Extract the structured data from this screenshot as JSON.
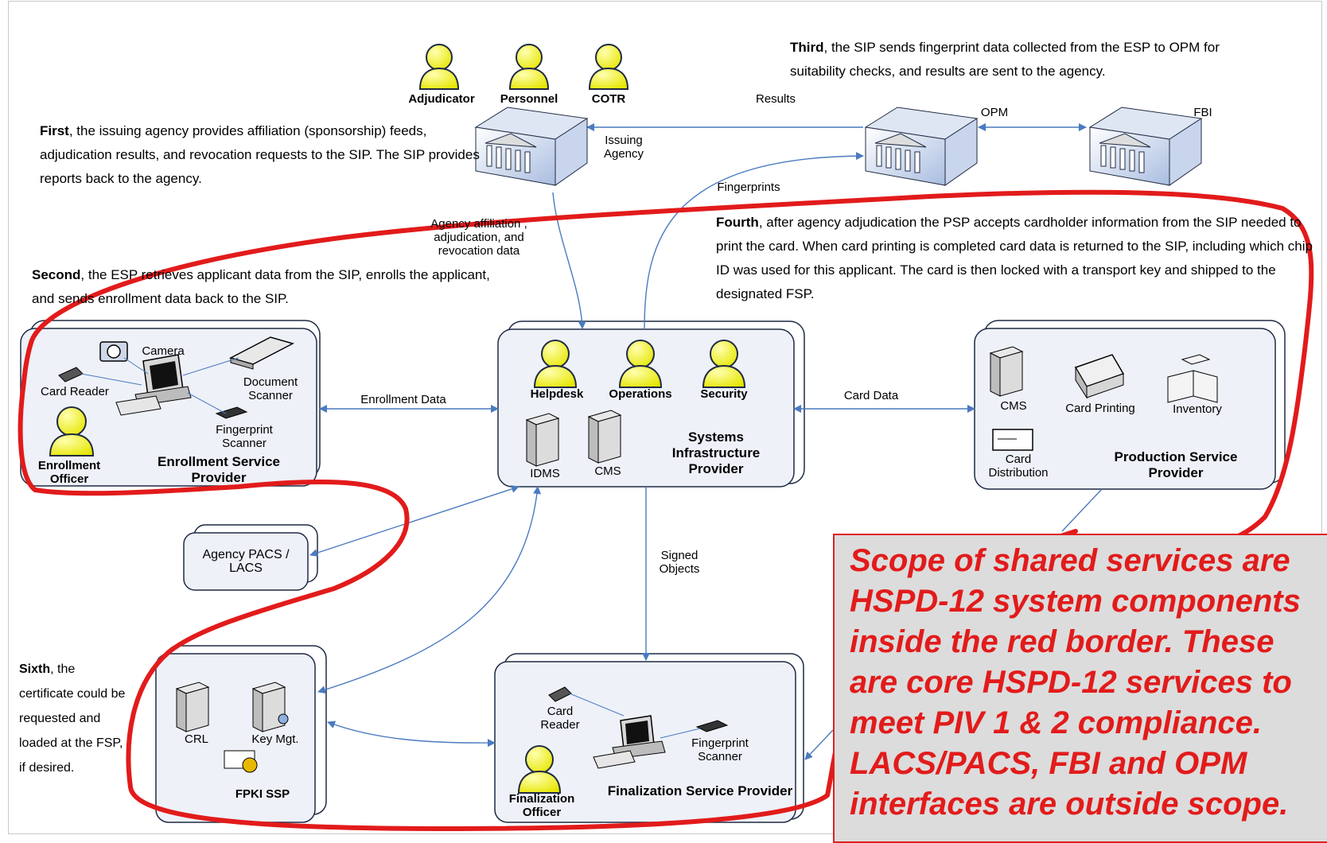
{
  "texts": {
    "first": {
      "lead": "First",
      "rest": ", the issuing agency provides affiliation (sponsorship) feeds, adjudication results, and revocation requests to the SIP.   The SIP provides reports back to the agency."
    },
    "second": {
      "lead": "Second",
      "rest": ", the ESP retrieves applicant data from the SIP, enrolls the applicant, and sends enrollment data back to the SIP."
    },
    "third": {
      "lead": "Third",
      "rest": ", the SIP sends fingerprint data collected from the ESP to OPM for suitability checks, and results are sent to the agency."
    },
    "fourth": {
      "lead": "Fourth",
      "rest": ", after agency adjudication the PSP accepts cardholder information from the SIP needed to print the card.  When card printing is completed card data is returned to the SIP, including which chip ID was used for this applicant.  The card is then locked with a transport key and shipped to the designated FSP."
    },
    "sixth": {
      "lead": "Sixth",
      "rest": ", the certificate could be requested and loaded at the FSP,  if desired."
    }
  },
  "people": {
    "adjudicator": "Adjudicator",
    "personnel": "Personnel",
    "cotr": "COTR",
    "helpdesk": "Helpdesk",
    "operations": "Operations",
    "security": "Security",
    "enrollment_officer": "Enrollment Officer",
    "finalization_officer": "Finalization Officer"
  },
  "nodes": {
    "issuing_agency": "Issuing Agency",
    "opm": "OPM",
    "fbi": "FBI",
    "agency_pacs": "Agency PACS / LACS"
  },
  "providers": {
    "esp": "Enrollment Service Provider",
    "sip": "Systems Infrastructure Provider",
    "psp": "Production Service Provider",
    "fsp": "Finalization Service Provider",
    "fpki": "FPKI SSP"
  },
  "devices": {
    "camera": "Camera",
    "card_reader": "Card Reader",
    "document_scanner": "Document Scanner",
    "fingerprint_scanner": "Fingerprint Scanner",
    "idms": "IDMS",
    "cms": "CMS",
    "psp_cms": "CMS",
    "card_printing": "Card Printing",
    "inventory": "Inventory",
    "card_distribution": "Card Distribution",
    "crl": "CRL",
    "key_mgt": "Key Mgt.",
    "fsp_card_reader": "Card Reader",
    "fsp_fingerprint_scanner": "Fingerprint Scanner"
  },
  "edges": {
    "results": "Results",
    "fingerprints": "Fingerprints",
    "agency_data": "Agency affiliation , adjudication, and revocation data",
    "enrollment_data": "Enrollment Data",
    "card_data": "Card Data",
    "signed_objects": "Signed Objects"
  },
  "scope_note": "Scope of shared services are HSPD-12 system components inside the red border.  These are core HSPD-12 services to meet PIV 1 & 2 compliance. LACS/PACS, FBI and OPM interfaces are outside scope.",
  "colors": {
    "arrow": "#4a7ac0",
    "box_fill": "#eef1f8",
    "box_stroke": "#1f2a44",
    "person_fill": "#f2f220",
    "scope_border": "#e21b1b",
    "scope_text": "#e21b1b",
    "scope_bg": "#dcdcdc"
  }
}
